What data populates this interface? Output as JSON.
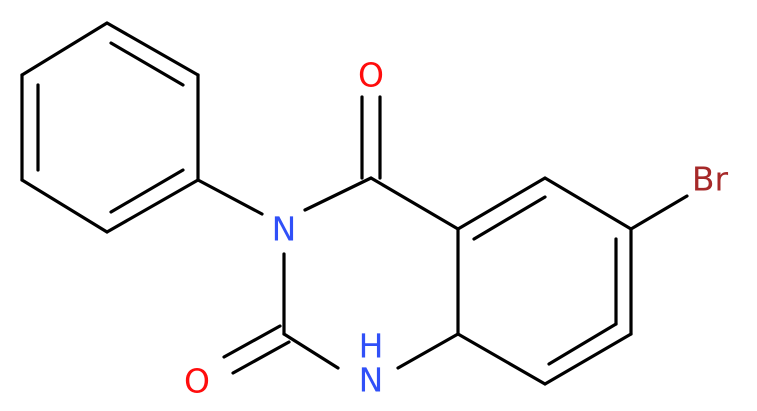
{
  "molecule": {
    "atoms": {
      "oxygen_top": {
        "symbol": "O",
        "color": "#ff0d0d"
      },
      "nitrogen_ring": {
        "symbol": "N",
        "color": "#3050f8"
      },
      "bromine": {
        "symbol": "Br",
        "color": "#a62929"
      },
      "oxygen_bottom": {
        "symbol": "O",
        "color": "#ff0d0d"
      },
      "nh_hydrogen": {
        "symbol": "H",
        "color": "#3050f8"
      },
      "nh_nitrogen": {
        "symbol": "N",
        "color": "#3050f8"
      }
    },
    "bond_color": "#000000"
  }
}
